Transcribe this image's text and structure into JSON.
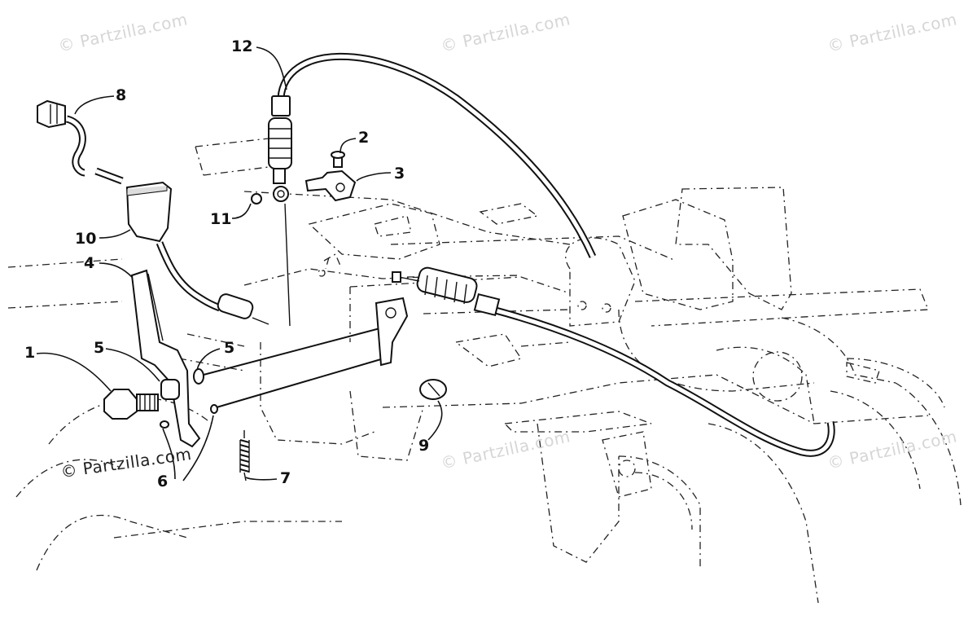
{
  "watermark": "© Partzilla.com",
  "callouts": {
    "c1": "1",
    "c2": "2",
    "c3": "3",
    "c4": "4",
    "c5a": "5",
    "c5b": "5",
    "c6": "6",
    "c7": "7",
    "c8": "8",
    "c9": "9",
    "c10": "10",
    "c11": "11",
    "c12": "12"
  }
}
